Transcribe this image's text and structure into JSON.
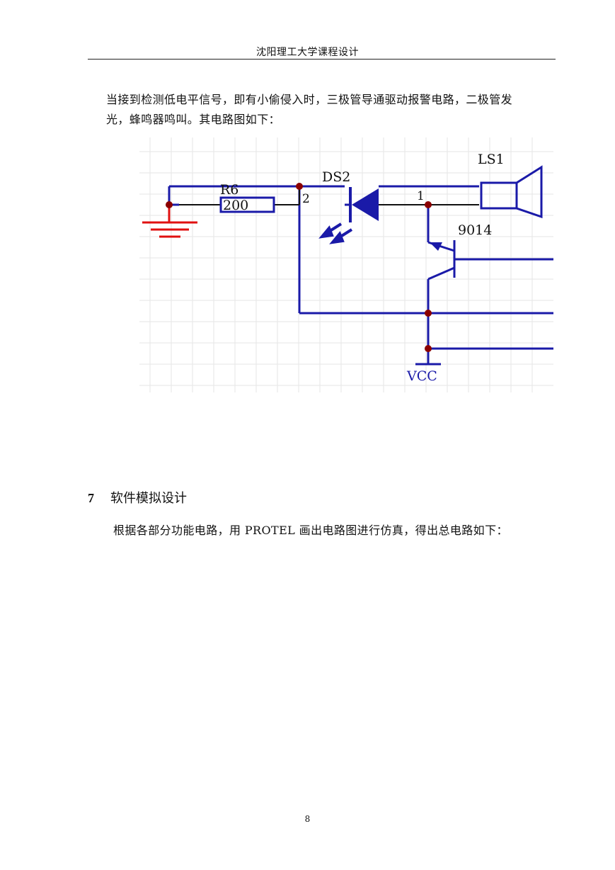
{
  "header": {
    "title": "沈阳理工大学课程设计"
  },
  "paragraph1": {
    "line1": "当接到检测低电平信号，即有小偷侵入时，三极管导通驱动报警电路，二极管发",
    "line2": "光，蜂鸣器鸣叫。其电路图如下："
  },
  "circuit": {
    "resistor_ref": "R6",
    "resistor_value": "200",
    "diode_ref": "DS2",
    "diode_pin2": "2",
    "diode_pin1": "1",
    "speaker_ref": "LS1",
    "transistor_ref": "9014",
    "supply_label": "VCC",
    "colors": {
      "wire": "#1a1aa8",
      "junction": "#8b0000",
      "ground": "#e01010",
      "grid": "#e6e6e6"
    }
  },
  "section7": {
    "number": "7",
    "title": "软件模拟设计"
  },
  "paragraph2": {
    "text": "根据各部分功能电路，用 PROTEL 画出电路图进行仿真，得出总电路如下："
  },
  "footer": {
    "page_number": "8"
  }
}
